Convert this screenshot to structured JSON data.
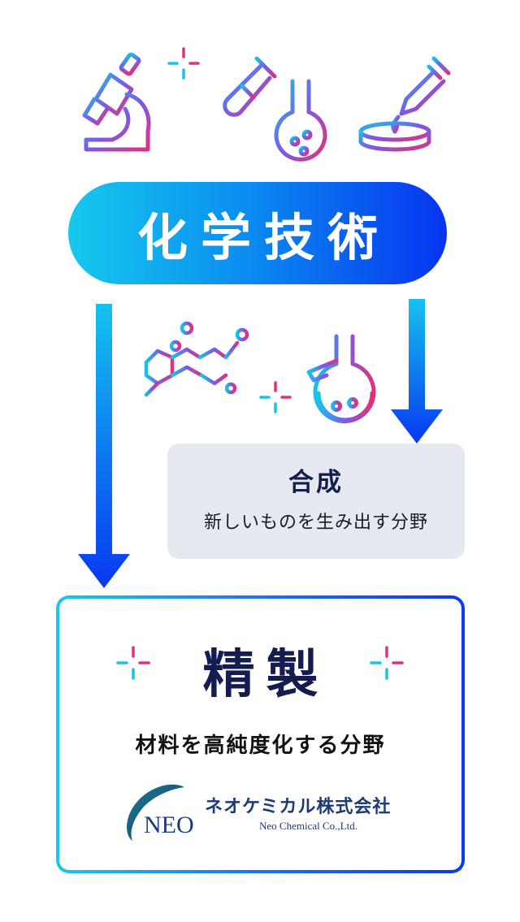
{
  "header": {
    "title": "化学技術"
  },
  "synthesis": {
    "title": "合成",
    "description": "新しいものを生み出す分野"
  },
  "purification": {
    "title": "精製",
    "description": "材料を高純度化する分野"
  },
  "company": {
    "logo_text": "NEO",
    "name_jp": "ネオケミカル株式会社",
    "name_en": "Neo Chemical Co.,Ltd."
  },
  "icons": [
    "microscope-icon",
    "sparkle-icon",
    "test-tube-icon",
    "round-flask-icon",
    "petri-dish-dropper-icon",
    "molecule-icon",
    "flask-icon",
    "arrow-down-icon"
  ],
  "colors": {
    "cyan": "#16c9ec",
    "blue": "#0734f0",
    "magenta": "#e0307a",
    "navy": "#141c50",
    "box_gray": "#e6eaf0"
  }
}
